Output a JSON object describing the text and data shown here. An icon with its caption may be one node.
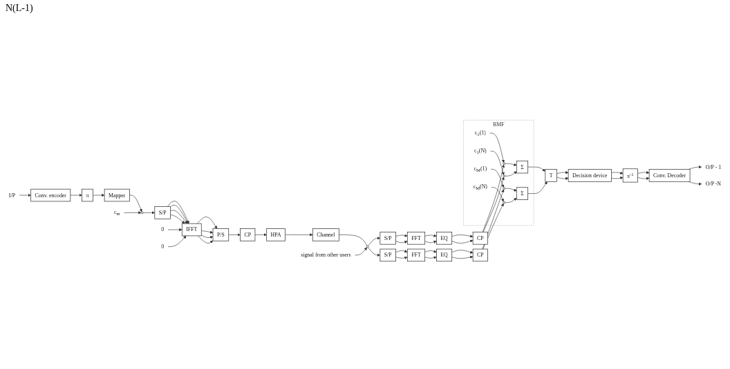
{
  "diagram": {
    "nodes": [
      {
        "text": [
          "I/P"
        ]
      },
      {
        "text": [
          "Conv. encoder"
        ]
      },
      {
        "text": [
          "π"
        ]
      },
      {
        "text": [
          "Mapper"
        ]
      },
      {
        "text": [],
        "shape": "circle"
      },
      {
        "text": [
          "c$_{m}$"
        ]
      },
      {
        "text": [
          "S/P"
        ]
      },
      {
        "text": [
          "0"
        ]
      },
      {
        "text": [
          "0"
        ]
      },
      {
        "text": [
          "IFFT"
        ]
      },
      {
        "text": [
          "P/S"
        ]
      },
      {
        "text": [
          "CP"
        ]
      },
      {
        "text": [
          "HPA"
        ]
      },
      {
        "text": [
          "Channel"
        ]
      },
      {
        "text": [
          "O/P - 1"
        ]
      },
      {
        "text": [
          "O/P -N"
        ]
      },
      {
        "text": [
          "Conv. Decoder"
        ]
      },
      {
        "text": [
          "π$^{-1}$"
        ]
      },
      {
        "text": [
          "Decision device"
        ]
      },
      {
        "text": [
          "T"
        ]
      },
      {
        "text": [
          "BMF"
        ]
      },
      {
        "text": [
          "Σ"
        ],
        "in": 20
      },
      {
        "text": [
          "c$_{1}$(1)"
        ],
        "in": 20
      },
      {
        "text": [],
        "shape": "circle",
        "in": 20
      },
      {
        "text": [
          "c$_{1}$(N)"
        ],
        "in": 20
      },
      {
        "text": [],
        "shape": "circle",
        "in": 20
      },
      {
        "text": [
          "c$_{M}$(1)"
        ],
        "in": 20
      },
      {
        "text": [],
        "shape": "circle",
        "in": 20
      },
      {
        "text": [
          "c$_{M}$(N)"
        ],
        "in": 20
      },
      {
        "text": [],
        "shape": "circle",
        "in": 20
      },
      {
        "text": [
          "Σ"
        ],
        "in": 20
      },
      {
        "text": [
          "CP"
        ]
      },
      {
        "text": [
          "EQ"
        ]
      },
      {
        "text": [
          "FFT"
        ]
      },
      {
        "text": [
          "S/P"
        ]
      },
      {
        "text": [
          "CP"
        ]
      },
      {
        "text": [
          "EQ"
        ]
      },
      {
        "text": [
          "FFT"
        ]
      },
      {
        "text": [
          "S/P"
        ]
      },
      {
        "text": [],
        "shape": "circle"
      },
      {
        "text": [
          "signal from other users"
        ]
      }
    ],
    "edges": [
      {
        "from": 0,
        "to": 1,
        "arrow": "to"
      },
      {
        "from": 1,
        "to": 2,
        "arrow": "to"
      },
      {
        "from": 2,
        "to": 3,
        "arrow": "to"
      },
      {
        "from": 3,
        "to": 4,
        "arrow": "to"
      },
      {
        "from": 5,
        "to": 4,
        "arrow": "to"
      },
      {
        "from": 4,
        "to": 6,
        "arrow": "to"
      },
      {
        "from": 6,
        "to": 9,
        "arrow": "to"
      },
      {
        "from": 6,
        "to": 9,
        "arrow": "to"
      },
      {
        "from": 7,
        "to": 9,
        "arrow": "to"
      },
      {
        "from": 8,
        "to": 9,
        "arrow": "to"
      },
      {
        "from": 6,
        "to": 9,
        "arrow": "to"
      },
      {
        "from": 6,
        "to": 9,
        "arrow": "to"
      },
      {
        "from": 9,
        "to": 10,
        "arrow": "to"
      },
      {
        "from": 9,
        "to": 10,
        "arrow": "to"
      },
      {
        "from": 9,
        "to": 10,
        "arrow": "to"
      },
      {
        "from": 9,
        "to": 10,
        "arrow": "to"
      },
      {
        "from": 10,
        "to": 11,
        "arrow": "to"
      },
      {
        "from": 11,
        "to": 12,
        "arrow": "to"
      },
      {
        "from": 12,
        "to": 13,
        "arrow": "to"
      },
      {
        "from": 13,
        "to": 39,
        "arrow": "none"
      },
      {
        "from": 40,
        "to": 39,
        "arrow": "to"
      },
      {
        "from": 39,
        "to": 34,
        "arrow": "to"
      },
      {
        "from": 39,
        "to": 38,
        "arrow": "to"
      },
      {
        "from": 34,
        "to": 33,
        "arrow": "to"
      },
      {
        "from": 34,
        "to": 33,
        "arrow": "to"
      },
      {
        "from": 33,
        "to": 32,
        "arrow": "to"
      },
      {
        "from": 33,
        "to": 32,
        "arrow": "to"
      },
      {
        "from": 32,
        "to": 31,
        "arrow": "to"
      },
      {
        "from": 32,
        "to": 31,
        "arrow": "to"
      },
      {
        "from": 31,
        "to": 23,
        "arrow": "to"
      },
      {
        "from": 31,
        "to": 25,
        "arrow": "to"
      },
      {
        "from": 22,
        "to": 23,
        "arrow": "to"
      },
      {
        "from": 24,
        "to": 25,
        "arrow": "to"
      },
      {
        "from": 23,
        "to": 21,
        "arrow": "to"
      },
      {
        "from": 25,
        "to": 21,
        "arrow": "to"
      },
      {
        "from": 21,
        "to": 19,
        "arrow": "to"
      },
      {
        "from": 38,
        "to": 37,
        "arrow": "to"
      },
      {
        "from": 38,
        "to": 37,
        "arrow": "to"
      },
      {
        "from": 37,
        "to": 36,
        "arrow": "to"
      },
      {
        "from": 37,
        "to": 36,
        "arrow": "to"
      },
      {
        "from": 36,
        "to": 35,
        "arrow": "to"
      },
      {
        "from": 36,
        "to": 35,
        "arrow": "to"
      },
      {
        "from": 35,
        "to": 27,
        "arrow": "to"
      },
      {
        "from": 35,
        "to": 29,
        "arrow": "to"
      },
      {
        "from": 26,
        "to": 27,
        "arrow": "to"
      },
      {
        "from": 28,
        "to": 29,
        "arrow": "to"
      },
      {
        "from": 27,
        "to": 30,
        "arrow": "to"
      },
      {
        "from": 29,
        "to": 30,
        "arrow": "to"
      },
      {
        "from": 30,
        "to": 19,
        "arrow": "to"
      },
      {
        "from": 19,
        "to": 18,
        "arrow": "to"
      },
      {
        "from": 19,
        "to": 18,
        "arrow": "to"
      },
      {
        "from": 18,
        "to": 17,
        "arrow": "to"
      },
      {
        "from": 18,
        "to": 17,
        "arrow": "to"
      },
      {
        "from": 17,
        "to": 16,
        "arrow": "to"
      },
      {
        "from": 17,
        "to": 16,
        "arrow": "to"
      },
      {
        "from": 16,
        "to": 14,
        "arrow": "to"
      },
      {
        "from": 16,
        "to": 15,
        "arrow": "to"
      }
    ],
    "labels": [
      "N(L-1)"
    ]
  }
}
